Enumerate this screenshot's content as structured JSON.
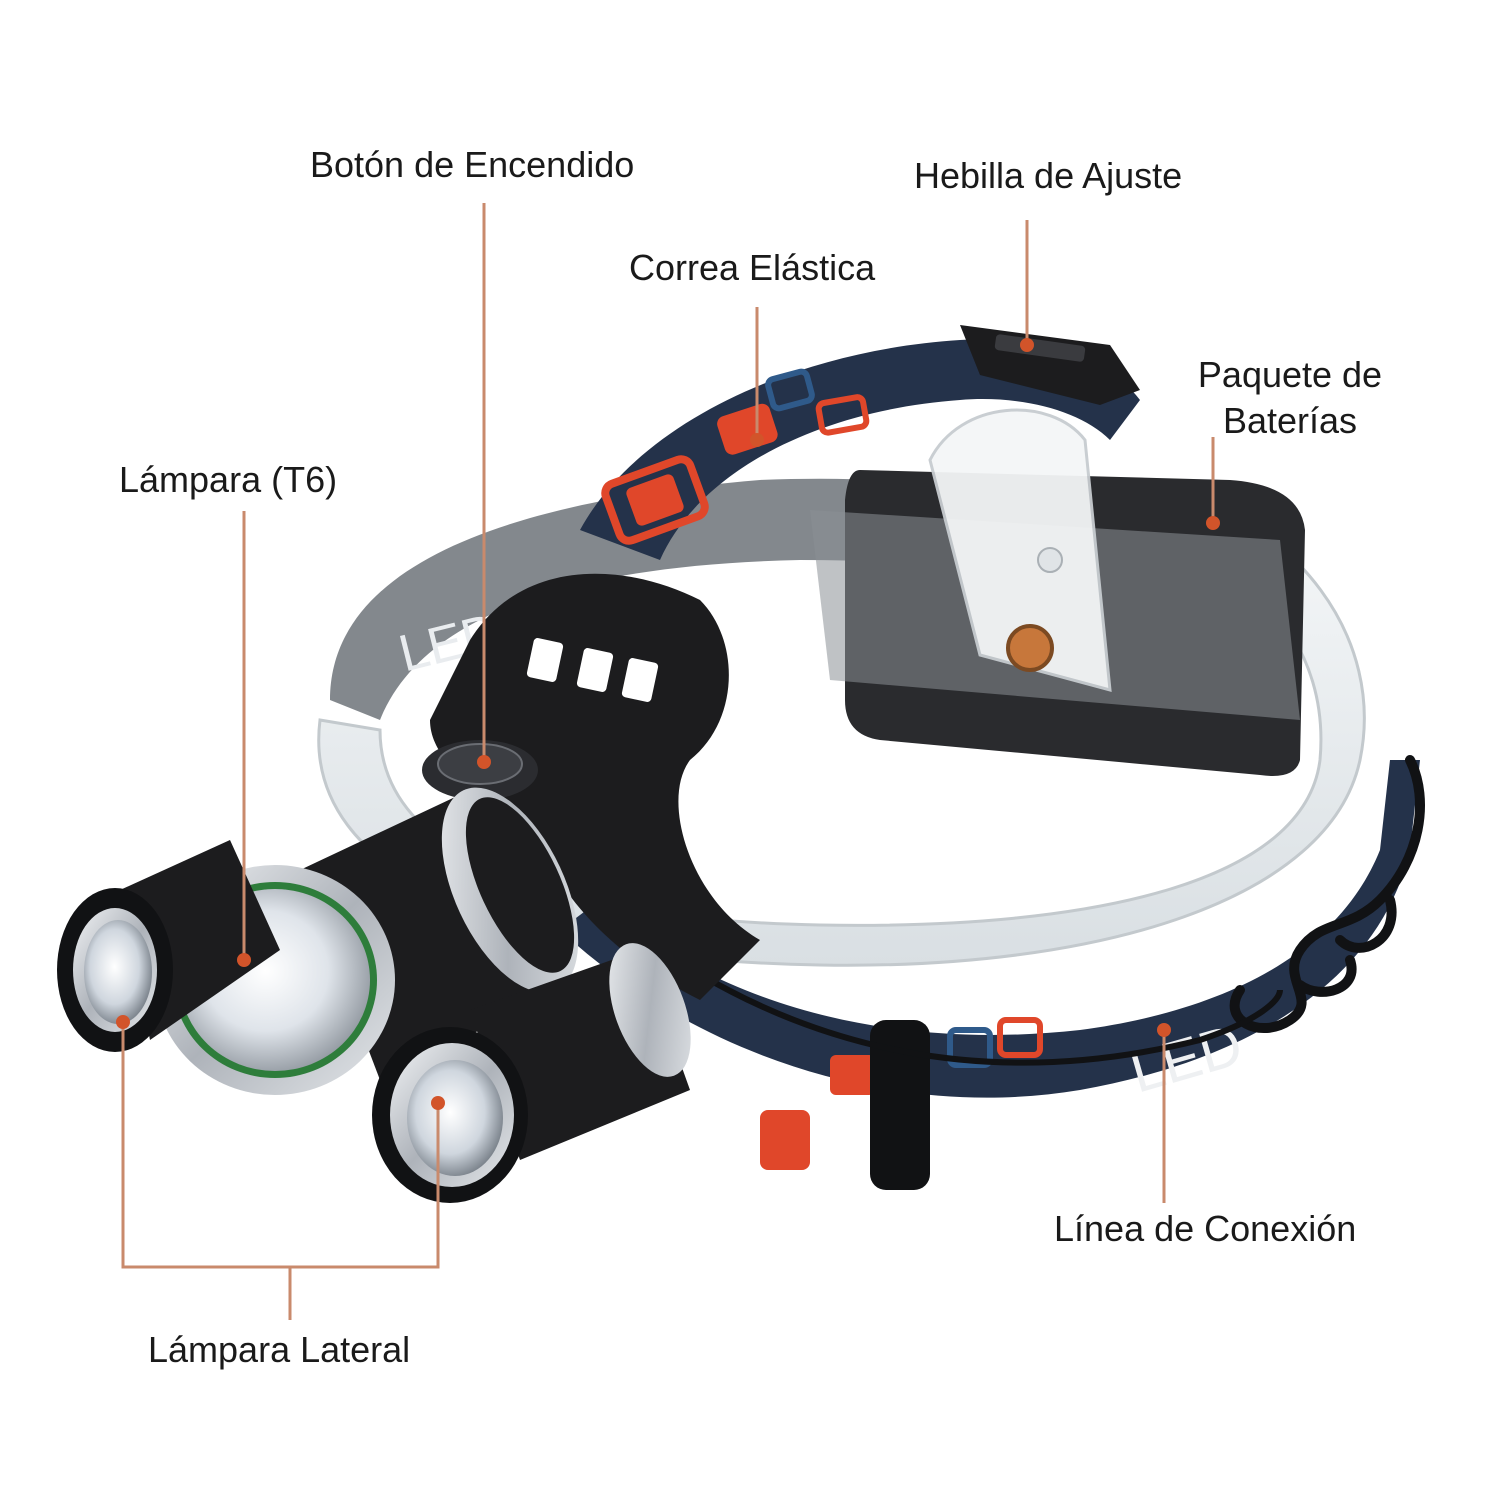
{
  "colors": {
    "background": "#ffffff",
    "leader_line": "#c98a6c",
    "callout_dot": "#d2542a",
    "label_text": "#1a1a1a",
    "strap_blue": "#24324a",
    "pattern_orange": "#e0472a",
    "housing_black": "#1c1c1e",
    "aluminum": "#c9ccd2",
    "lens_green": "#2e7d3b",
    "clear_plastic": "#e8edf0"
  },
  "labels": {
    "power_button": "Botón de Encendido",
    "adjust_buckle": "Hebilla de Ajuste",
    "elastic_strap": "Correa Elástica",
    "battery_pack_line1": "Paquete de",
    "battery_pack_line2": "Baterías",
    "main_lamp": "Lámpara (T6)",
    "connection_line": "Línea de Conexión",
    "side_lamp": "Lámpara Lateral"
  },
  "strap_print": {
    "text_front": "LED",
    "text_back": "LED"
  }
}
